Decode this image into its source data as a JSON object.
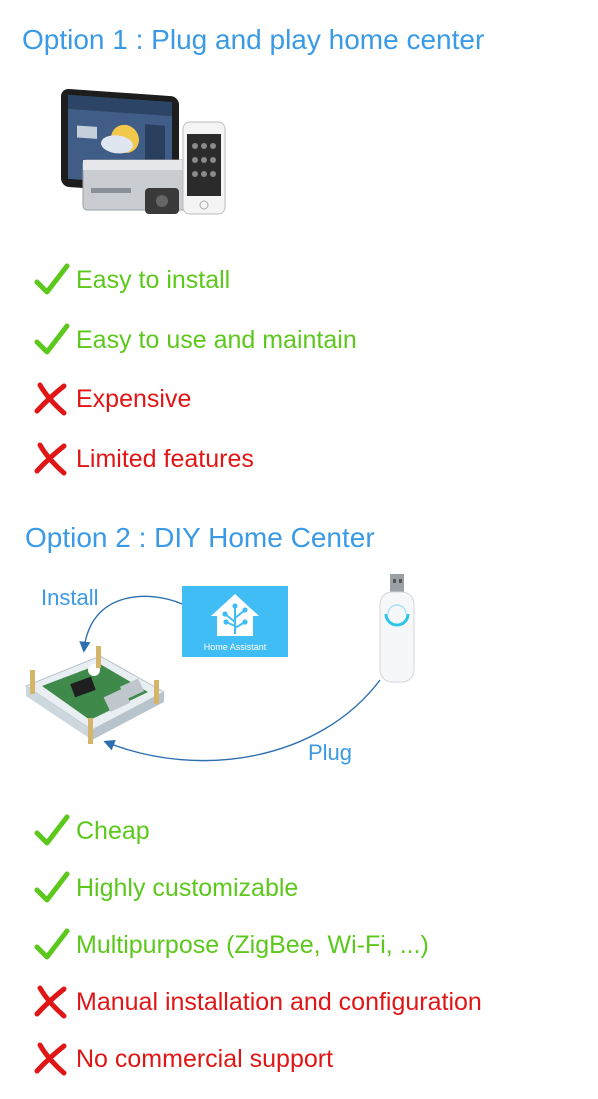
{
  "colors": {
    "title": "#3a9ae6",
    "pro": "#5cc81c",
    "con": "#e01616",
    "ha_blue": "#41bdf5"
  },
  "option1": {
    "title": "Option 1 : Plug and play home center",
    "items": [
      {
        "type": "pro",
        "icon": "check-icon",
        "text": "Easy to install"
      },
      {
        "type": "pro",
        "icon": "check-icon",
        "text": "Easy to use and maintain"
      },
      {
        "type": "con",
        "icon": "cross-icon",
        "text": "Expensive"
      },
      {
        "type": "con",
        "icon": "cross-icon",
        "text": "Limited features"
      }
    ]
  },
  "option2": {
    "title": "Option 2 : DIY Home Center",
    "diagram": {
      "install_label": "Install",
      "plug_label": "Plug",
      "ha_logo_text": "Home Assistant"
    },
    "items": [
      {
        "type": "pro",
        "icon": "check-icon",
        "text": "Cheap"
      },
      {
        "type": "pro",
        "icon": "check-icon",
        "text": "Highly customizable"
      },
      {
        "type": "pro",
        "icon": "check-icon",
        "text": "Multipurpose (ZigBee, Wi-Fi, ...)"
      },
      {
        "type": "con",
        "icon": "cross-icon",
        "text": "Manual installation and configuration"
      },
      {
        "type": "con",
        "icon": "cross-icon",
        "text": "No commercial support"
      }
    ]
  }
}
